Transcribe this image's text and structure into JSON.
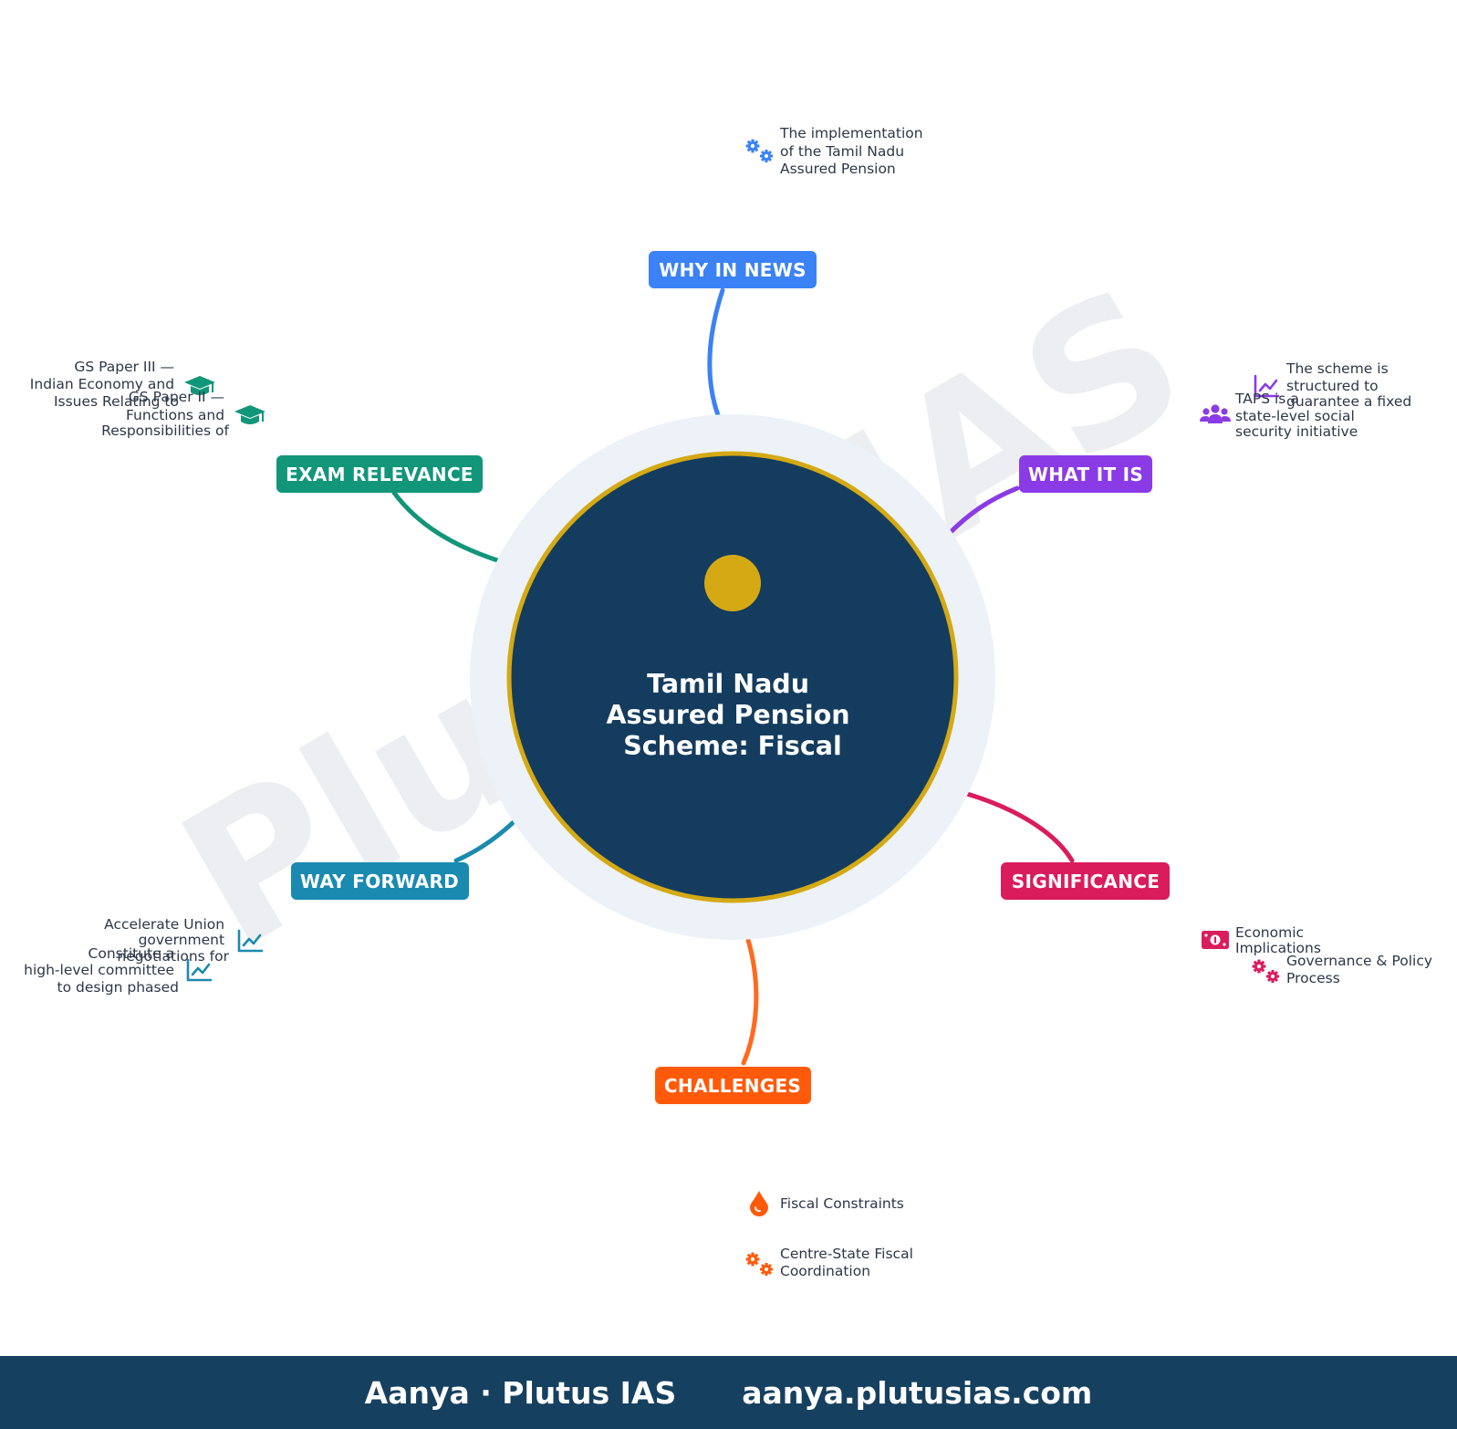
{
  "watermark": "Plutus IAS",
  "center": {
    "title_lines": [
      "Tamil Nadu",
      "Assured Pension",
      "Scheme: Fiscal"
    ],
    "colors": {
      "fill": "#143c5e",
      "ring": "#d4a914",
      "halo": "#edf2f8",
      "dot": "#d4a914"
    }
  },
  "branches": {
    "why_in_news": {
      "label": "WHY IN NEWS",
      "color": "#3b82f6",
      "leaves": [
        {
          "icon": "gears-icon",
          "lines": [
            "The implementation",
            "of the Tamil Nadu",
            "Assured Pension"
          ]
        }
      ]
    },
    "what_it_is": {
      "label": "WHAT IT IS",
      "color": "#8b3be6",
      "leaves": [
        {
          "icon": "chart-line-icon",
          "lines": [
            "The scheme is",
            "structured to",
            "guarantee a fixed"
          ]
        },
        {
          "icon": "users-icon",
          "lines": [
            "TAPS is a",
            "state-level social",
            "security initiative"
          ]
        }
      ]
    },
    "significance": {
      "label": "SIGNIFICANCE",
      "color": "#db1c5c",
      "leaves": [
        {
          "icon": "money-bill-icon",
          "lines": [
            "Economic",
            "Implications"
          ]
        },
        {
          "icon": "gears-icon",
          "lines": [
            "Governance & Policy",
            "Process"
          ]
        }
      ]
    },
    "challenges": {
      "label": "CHALLENGES",
      "color": "#ff5a0a",
      "leaves": [
        {
          "icon": "droplet-icon",
          "lines": [
            "Fiscal Constraints"
          ]
        },
        {
          "icon": "gears-icon",
          "lines": [
            "Centre-State Fiscal",
            "Coordination"
          ]
        }
      ]
    },
    "way_forward": {
      "label": "WAY FORWARD",
      "color": "#1a8ab0",
      "leaves": [
        {
          "icon": "chart-line-icon",
          "lines": [
            "Accelerate Union",
            "government",
            "negotiations for"
          ]
        },
        {
          "icon": "chart-line-icon",
          "lines": [
            "Constitute a",
            "high-level committee",
            "to design phased"
          ]
        }
      ]
    },
    "exam_relevance": {
      "label": "EXAM RELEVANCE",
      "color": "#12967a",
      "leaves": [
        {
          "icon": "graduation-cap-icon",
          "lines": [
            "GS Paper III —",
            "Indian Economy and",
            "Issues Relating to"
          ]
        },
        {
          "icon": "graduation-cap-icon",
          "lines": [
            "GS Paper II —",
            "Functions and",
            "Responsibilities of"
          ]
        }
      ]
    }
  },
  "footer": {
    "brand": "Aanya · Plutus IAS",
    "url": "aanya.plutusias.com",
    "background": "#164060"
  }
}
